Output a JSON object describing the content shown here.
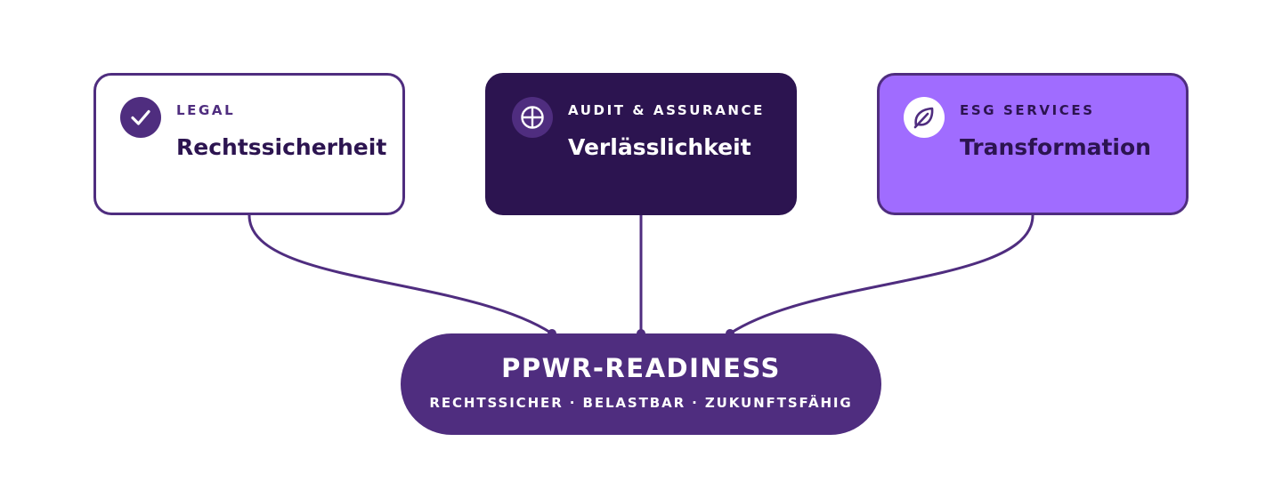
{
  "cards": [
    {
      "kicker": "LEGAL",
      "title": "Rechtssicherheit",
      "icon": "check-icon"
    },
    {
      "kicker": "AUDIT & ASSURANCE",
      "title": "Verlässlichkeit",
      "icon": "crosshair-icon"
    },
    {
      "kicker": "ESG SERVICES",
      "title": "Transformation",
      "icon": "leaf-icon"
    }
  ],
  "hub": {
    "title": "PPWR-READINESS",
    "subtitle": "RECHTSSICHER · BELASTBAR · ZUKUNFTSFÄHIG"
  },
  "colors": {
    "primary_purple": "#4f2d7f",
    "dark_purple": "#2c1450",
    "light_purple": "#a06cff",
    "white": "#ffffff"
  }
}
